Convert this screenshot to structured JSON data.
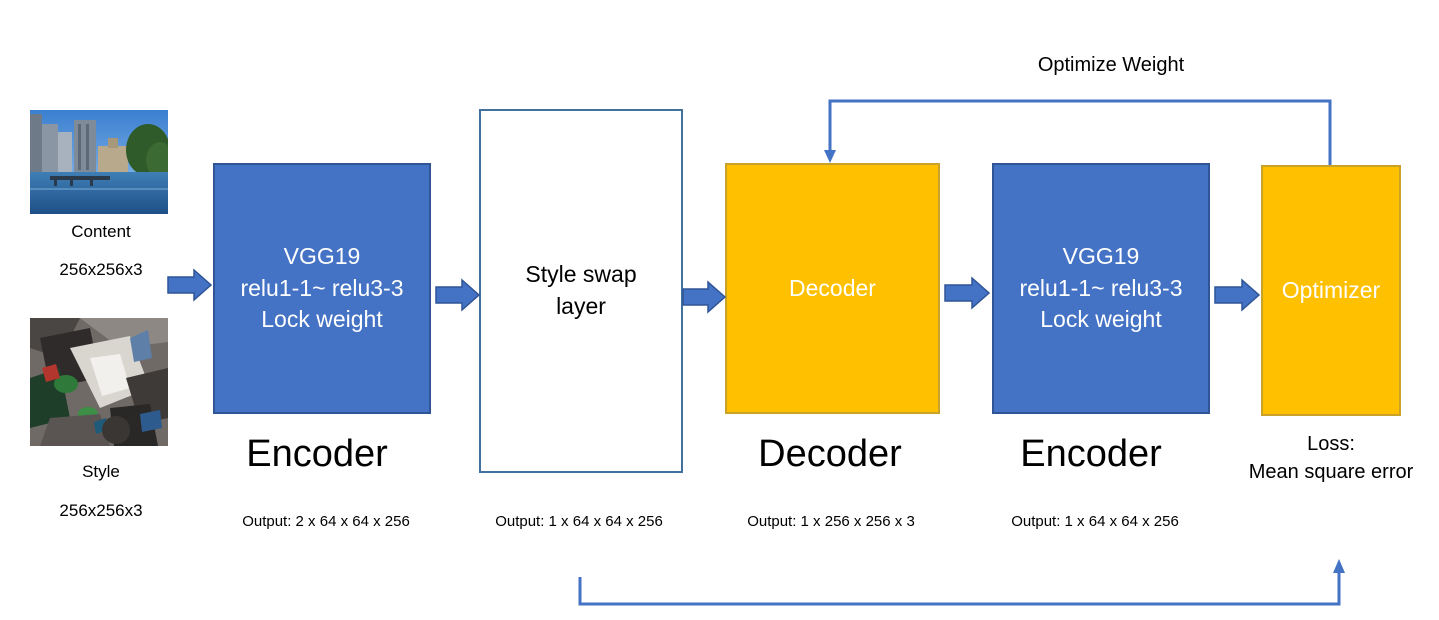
{
  "inputs": {
    "content_label": "Content",
    "content_size": "256x256x3",
    "style_label": "Style",
    "style_size": "256x256x3"
  },
  "blocks": {
    "encoder1": {
      "line1": "VGG19",
      "line2": "relu1-1~ relu3-3",
      "line3": "Lock weight",
      "title": "Encoder",
      "output": "Output: 2 x 64 x 64 x 256"
    },
    "style_swap": {
      "line1": "Style swap",
      "line2": "layer",
      "output": "Output: 1 x 64 x 64 x 256"
    },
    "decoder": {
      "line1": "Decoder",
      "title": "Decoder",
      "output": "Output: 1 x 256 x 256 x 3"
    },
    "encoder2": {
      "line1": "VGG19",
      "line2": "relu1-1~ relu3-3",
      "line3": "Lock weight",
      "title": "Encoder",
      "output": "Output: 1 x 64 x 64 x 256"
    },
    "optimizer": {
      "line1": "Optimizer",
      "loss_line1": "Loss:",
      "loss_line2": "Mean square error"
    }
  },
  "feedback": {
    "top_label": "Optimize Weight"
  },
  "colors": {
    "encoder_fill": "#4472C4",
    "trainable_fill": "#FFC000",
    "arrow": "#4472C4",
    "connector": "#4472C4"
  },
  "icons": {
    "content_image": "city-photo-thumbnail",
    "style_image": "abstract-painting-thumbnail",
    "flow_arrow": "block-right-arrow"
  }
}
